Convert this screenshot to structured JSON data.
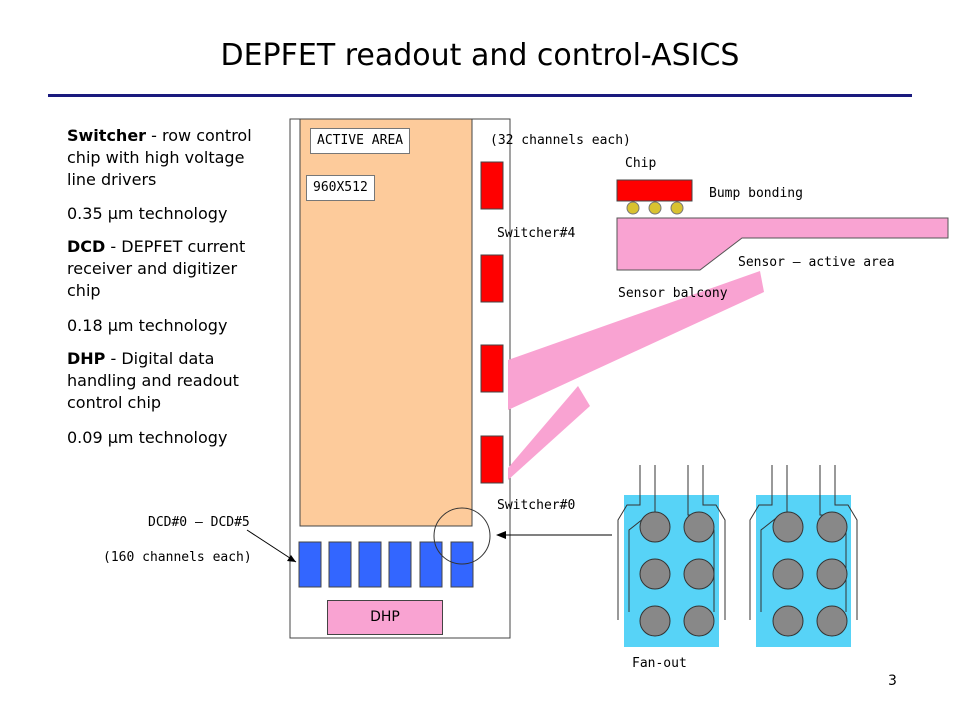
{
  "title": "DEPFET readout and control-ASICS",
  "left_text": {
    "switcher_name": "Switcher",
    "switcher_desc_line1": " - row control",
    "switcher_desc_line2": "chip with high voltage",
    "switcher_desc_line3": "line drivers",
    "switcher_tech": "0.35 μm technology",
    "dcd_name": "DCD",
    "dcd_desc_line1": " - DEPFET current",
    "dcd_desc_line2": "receiver and digitizer",
    "dcd_desc_line3": "chip",
    "dcd_tech": "0.18 μm technology",
    "dhp_name": "DHP",
    "dhp_desc_line1": " - Digital data",
    "dhp_desc_line2": "handling and readout",
    "dhp_desc_line3": "control chip",
    "dhp_tech": "0.09 μm technology"
  },
  "module": {
    "active_area_label": "ACTIVE AREA",
    "pixels_label": "960X512",
    "switcher_channels": "(32 channels each)",
    "switcher_top": "Switcher#4",
    "switcher_bottom": "Switcher#0",
    "dcd_range": "DCD#0 – DCD#5",
    "dcd_channels": "(160 channels each)",
    "dhp_label": "DHP"
  },
  "detail": {
    "chip": "Chip",
    "bump_bonding": "Bump bonding",
    "sensor_active": "Sensor – active area",
    "sensor_balcony": "Sensor balcony",
    "fan_out": "Fan-out"
  },
  "page_number": "3",
  "colors": {
    "active_area": "#fdcb9b",
    "switcher_chip": "#ff0000",
    "dcd_chip": "#3366ff",
    "pink": "#f9a3d2",
    "fanout": "#57d3f7",
    "bump": "#d9c230",
    "title_rule": "#1a1a7e"
  }
}
